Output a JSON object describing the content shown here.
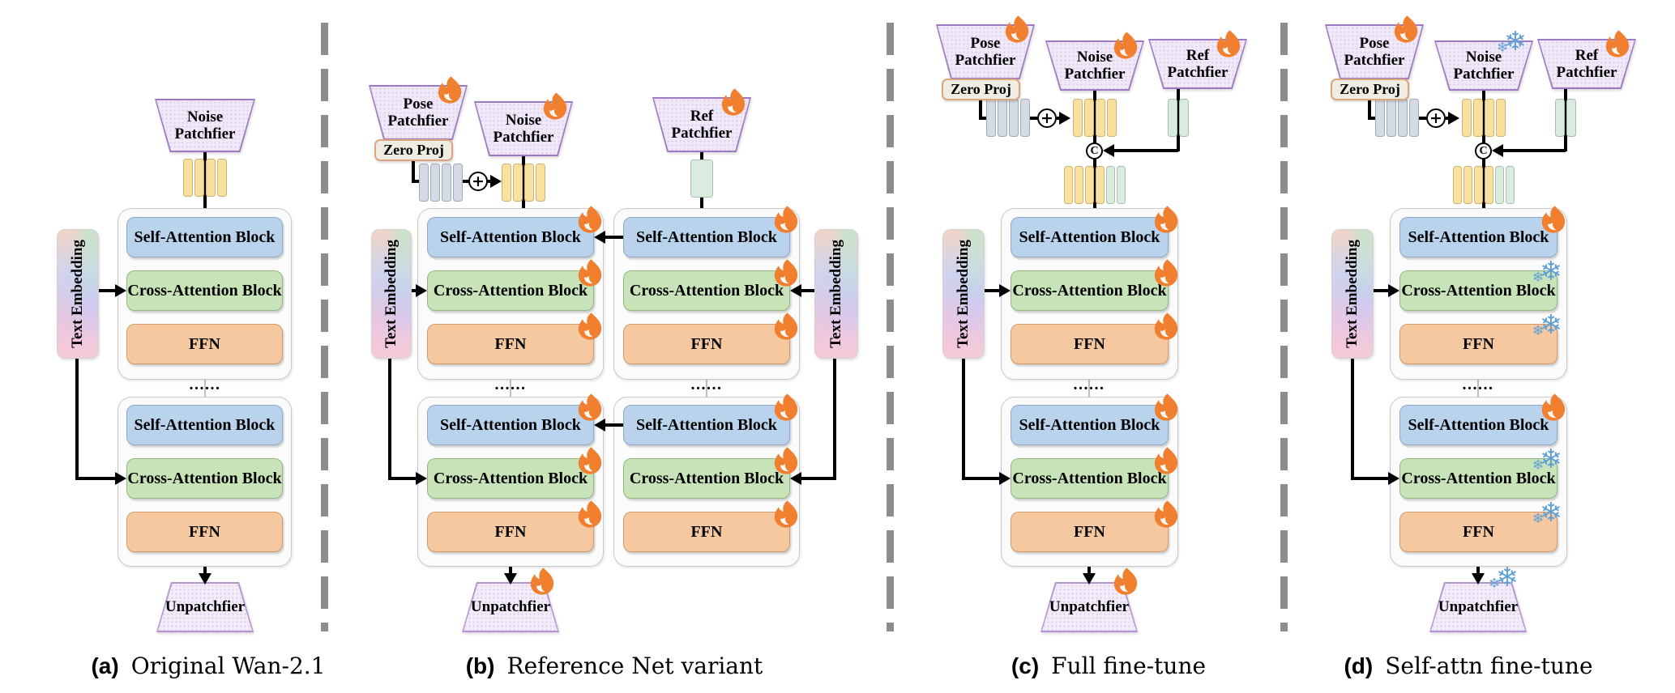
{
  "figure_type": "architecture-diagram",
  "panels": [
    {
      "letter": "(a)",
      "caption": "Original Wan-2.1"
    },
    {
      "letter": "(b)",
      "caption": "Reference Net variant"
    },
    {
      "letter": "(c)",
      "caption": "Full fine-tune"
    },
    {
      "letter": "(d)",
      "caption": "Self-attn fine-tune"
    }
  ],
  "labels": {
    "pose": "Pose",
    "noise": "Noise",
    "ref": "Ref",
    "patchfier": "Patchfier",
    "zero_proj": "Zero Proj",
    "self_attention": "Self-Attention Block",
    "cross_attention": "Cross-Attention Block",
    "ffn": "FFN",
    "text_embedding": "Text Embedding",
    "unpatchfier": "Unpatchfier",
    "ellipsis": "......",
    "add": "+",
    "concat": "C"
  },
  "icons": {
    "trainable": {
      "name": "fire-icon",
      "color": "#F0802F"
    },
    "frozen": {
      "name": "snowflake-icon",
      "glyph": "❄",
      "color": "#5FA0D8"
    }
  },
  "colors": {
    "self_attention_fill": "#BAD3EC",
    "cross_attention_fill": "#C8E3B8",
    "ffn_fill": "#F5C89F",
    "noise_token": "#F8E19E",
    "pose_token": "#D5DBE4",
    "ref_token": "#D9ECDF",
    "patchfier_fill": "#F0E9F8",
    "patchfier_border": "#9C79C1",
    "zero_proj_border": "#DCA57E",
    "separator": "#8D8D8D"
  }
}
